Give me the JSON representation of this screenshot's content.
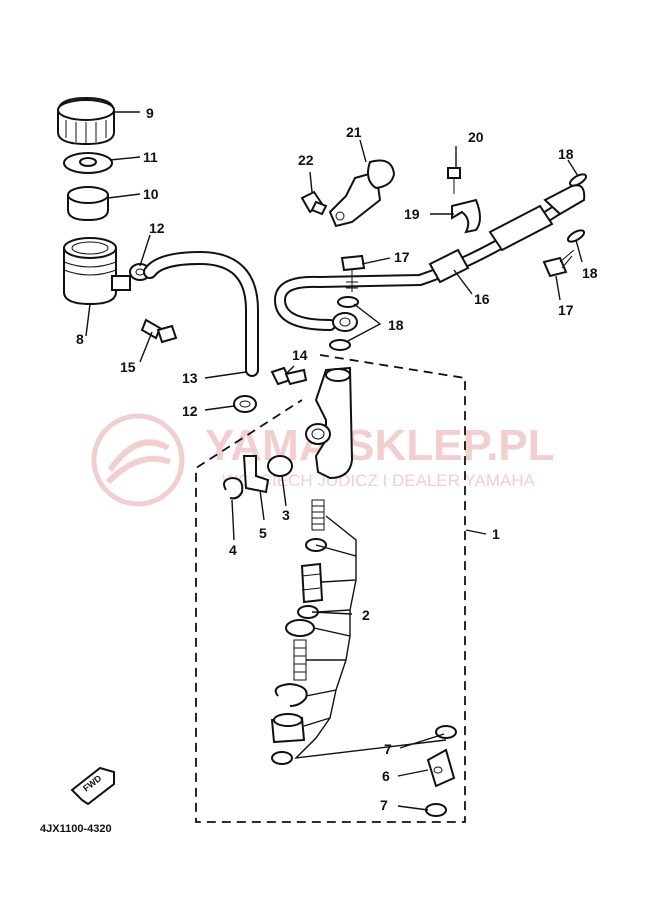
{
  "watermark": {
    "brand": "YAMA-SKLEP.PL",
    "tagline": "WOJCIECH JUDICZ I DEALER YAMAHA",
    "color": "#e8a7a7"
  },
  "diagram": {
    "code": "4JX1100-4320",
    "fwd_label": "FWD",
    "callouts": [
      {
        "id": "c9",
        "label": "9"
      },
      {
        "id": "c11",
        "label": "11"
      },
      {
        "id": "c10",
        "label": "10"
      },
      {
        "id": "c12a",
        "label": "12"
      },
      {
        "id": "c8",
        "label": "8"
      },
      {
        "id": "c15",
        "label": "15"
      },
      {
        "id": "c13",
        "label": "13"
      },
      {
        "id": "c12b",
        "label": "12"
      },
      {
        "id": "c22",
        "label": "22"
      },
      {
        "id": "c21",
        "label": "21"
      },
      {
        "id": "c20",
        "label": "20"
      },
      {
        "id": "c19",
        "label": "19"
      },
      {
        "id": "c18a",
        "label": "18"
      },
      {
        "id": "c18b",
        "label": "18"
      },
      {
        "id": "c17a",
        "label": "17"
      },
      {
        "id": "c17b",
        "label": "17"
      },
      {
        "id": "c16",
        "label": "16"
      },
      {
        "id": "c18c",
        "label": "18"
      },
      {
        "id": "c14",
        "label": "14"
      },
      {
        "id": "c3",
        "label": "3"
      },
      {
        "id": "c4",
        "label": "4"
      },
      {
        "id": "c5",
        "label": "5"
      },
      {
        "id": "c1",
        "label": "1"
      },
      {
        "id": "c2",
        "label": "2"
      },
      {
        "id": "c7a",
        "label": "7"
      },
      {
        "id": "c6",
        "label": "6"
      },
      {
        "id": "c7b",
        "label": "7"
      }
    ]
  }
}
